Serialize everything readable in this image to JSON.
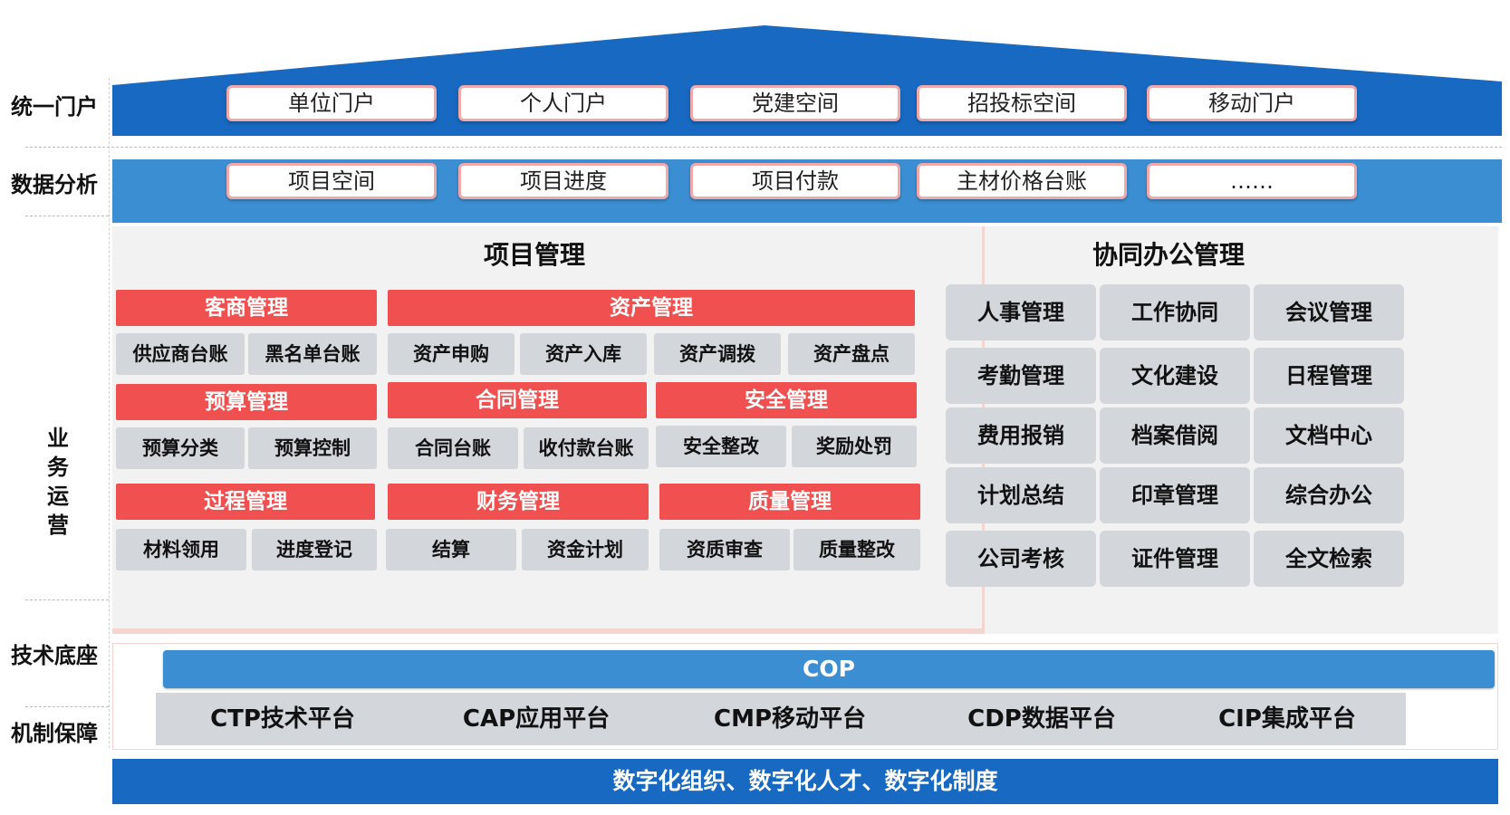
{
  "rows": {
    "portal": "统一门户",
    "analysis": "数据分析",
    "business": "业务运营",
    "tech": "技术底座",
    "mechanism": "机制保障"
  },
  "portal_items": [
    "单位门户",
    "个人门户",
    "党建空间",
    "招投标空间",
    "移动门户"
  ],
  "analysis_items": [
    "项目空间",
    "项目进度",
    "项目付款",
    "主材价格台账",
    "……"
  ],
  "project_mgmt": {
    "title": "项目管理",
    "row1": {
      "customer": {
        "title": "客商管理",
        "items": [
          "供应商台账",
          "黑名单台账"
        ]
      },
      "asset": {
        "title": "资产管理",
        "items": [
          "资产申购",
          "资产入库",
          "资产调拨",
          "资产盘点"
        ]
      }
    },
    "row2": {
      "budget": {
        "title": "预算管理",
        "items": [
          "预算分类",
          "预算控制"
        ]
      },
      "contract": {
        "title": "合同管理",
        "items": [
          "合同台账",
          "收付款台账"
        ]
      },
      "safety": {
        "title": "安全管理",
        "items": [
          "安全整改",
          "奖励处罚"
        ]
      }
    },
    "row3": {
      "process": {
        "title": "过程管理",
        "items": [
          "材料领用",
          "进度登记"
        ]
      },
      "finance": {
        "title": "财务管理",
        "items": [
          "结算",
          "资金计划"
        ]
      },
      "quality": {
        "title": "质量管理",
        "items": [
          "资质审查",
          "质量整改"
        ]
      }
    }
  },
  "collab_mgmt": {
    "title": "协同办公管理",
    "items": [
      "人事管理",
      "工作协同",
      "会议管理",
      "考勤管理",
      "文化建设",
      "日程管理",
      "费用报销",
      "档案借阅",
      "文档中心",
      "计划总结",
      "印章管理",
      "综合办公",
      "公司考核",
      "证件管理",
      "全文检索"
    ]
  },
  "tech": {
    "cop": "COP",
    "platforms": [
      "CTP技术平台",
      "CAP应用平台",
      "CMP移动平台",
      "CDP数据平台",
      "CIP集成平台"
    ]
  },
  "mechanism_text": "数字化组织、数字化人才、数字化制度",
  "colors": {
    "dark_blue": "#1769c1",
    "mid_blue": "#3c8ed3",
    "red": "#f05050",
    "gray": "#d3d6db"
  }
}
